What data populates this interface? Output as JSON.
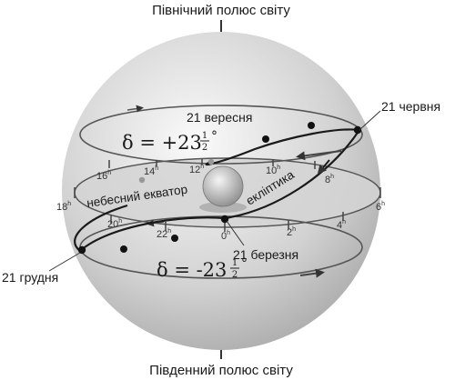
{
  "labels": {
    "north_pole": "Північний полюс світу",
    "south_pole": "Південний полюс світу",
    "june": "21 червня",
    "december": "21 грудня",
    "september": "21 вересня",
    "march": "21 березня",
    "equator": "небесний екватор",
    "ecliptic": "екліптика"
  },
  "declinations": {
    "north": {
      "prefix": "δ = +23",
      "num": "1",
      "den": "2",
      "deg": "°"
    },
    "south": {
      "prefix": "δ = -23",
      "num": "1",
      "den": "2",
      "deg": "°"
    }
  },
  "hour_marks": [
    {
      "value": "16",
      "unit": "h"
    },
    {
      "value": "14",
      "unit": "h"
    },
    {
      "value": "12",
      "unit": "h"
    },
    {
      "value": "10",
      "unit": "h"
    },
    {
      "value": "8",
      "unit": "h"
    },
    {
      "value": "18",
      "unit": "h"
    },
    {
      "value": "6",
      "unit": "h"
    },
    {
      "value": "20",
      "unit": "h"
    },
    {
      "value": "22",
      "unit": "h"
    },
    {
      "value": "0",
      "unit": "h"
    },
    {
      "value": "2",
      "unit": "h"
    },
    {
      "value": "4",
      "unit": "h"
    }
  ],
  "colors": {
    "sphere_light": "#f2f2f2",
    "sphere_dark": "#a8a8a8",
    "plane": "#d7d7d7",
    "line": "#333333",
    "dot": "#111111"
  }
}
